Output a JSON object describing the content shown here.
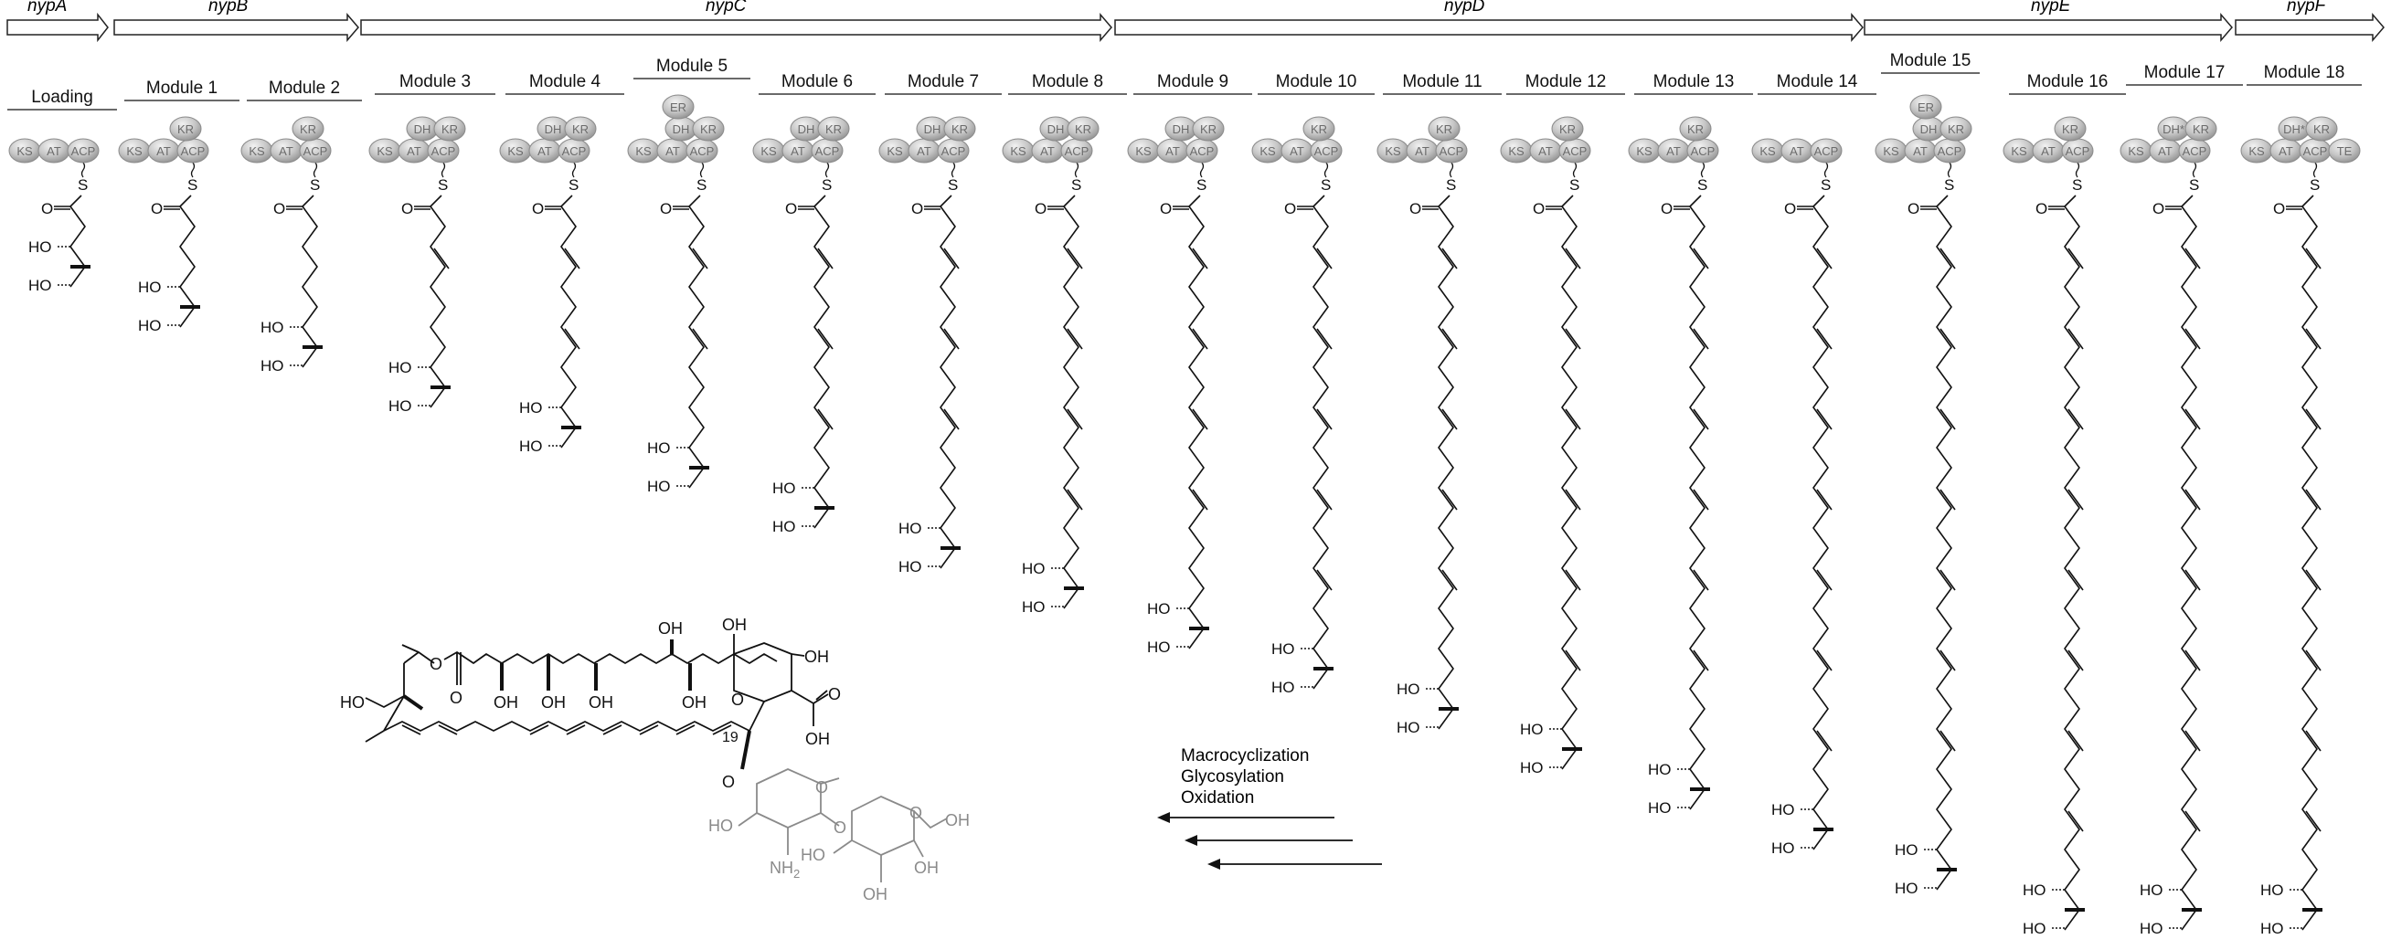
{
  "genes": [
    "nypA",
    "nypB",
    "nypC",
    "nypD",
    "nypE",
    "nypF"
  ],
  "modules": [
    {
      "label": "Loading",
      "domains": [
        "KS",
        "AT",
        "ACP"
      ]
    },
    {
      "label": "Module 1",
      "domains": [
        "KS",
        "AT",
        "KR",
        "ACP"
      ]
    },
    {
      "label": "Module 2",
      "domains": [
        "KS",
        "AT",
        "KR",
        "ACP"
      ]
    },
    {
      "label": "Module 3",
      "domains": [
        "KS",
        "AT",
        "DH",
        "KR",
        "ACP"
      ]
    },
    {
      "label": "Module 4",
      "domains": [
        "KS",
        "AT",
        "DH",
        "KR",
        "ACP"
      ]
    },
    {
      "label": "Module 5",
      "domains": [
        "KS",
        "AT",
        "DH",
        "ER",
        "KR",
        "ACP"
      ]
    },
    {
      "label": "Module 6",
      "domains": [
        "KS",
        "AT",
        "DH",
        "KR",
        "ACP"
      ]
    },
    {
      "label": "Module 7",
      "domains": [
        "KS",
        "AT",
        "DH",
        "KR",
        "ACP"
      ]
    },
    {
      "label": "Module 8",
      "domains": [
        "KS",
        "AT",
        "DH",
        "KR",
        "ACP"
      ]
    },
    {
      "label": "Module 9",
      "domains": [
        "KS",
        "AT",
        "DH",
        "KR",
        "ACP"
      ]
    },
    {
      "label": "Module 10",
      "domains": [
        "KS",
        "AT",
        "KR",
        "ACP"
      ]
    },
    {
      "label": "Module 11",
      "domains": [
        "KS",
        "AT",
        "KR",
        "ACP"
      ]
    },
    {
      "label": "Module 12",
      "domains": [
        "KS",
        "AT",
        "KR",
        "ACP"
      ]
    },
    {
      "label": "Module 13",
      "domains": [
        "KS",
        "AT",
        "KR",
        "ACP"
      ]
    },
    {
      "label": "Module 14",
      "domains": [
        "KS",
        "AT",
        "ACP"
      ]
    },
    {
      "label": "Module 15",
      "domains": [
        "KS",
        "AT",
        "DH",
        "ER",
        "KR",
        "ACP"
      ]
    },
    {
      "label": "Module 16",
      "domains": [
        "KS",
        "AT",
        "KR",
        "ACP"
      ]
    },
    {
      "label": "Module 17",
      "domains": [
        "KS",
        "AT",
        "DH*",
        "KR",
        "ACP"
      ]
    },
    {
      "label": "Module 18",
      "domains": [
        "KS",
        "AT",
        "DH*",
        "KR",
        "ACP",
        "TE"
      ]
    }
  ],
  "chem_labels": {
    "S": "S",
    "O": "O",
    "HO": "HO",
    "OH": "OH",
    "NH2": "NH",
    "NH2_sub": "2",
    "O_ring": "O",
    "position_19": "19"
  },
  "process_steps": [
    "Macrocyclization",
    "Glycosylation",
    "Oxidation"
  ],
  "colors": {
    "domain_fill": "#c4c4c4",
    "domain_text": "#6b6b6b",
    "sugar_gray": "#8a8a8a",
    "ink": "#111111"
  }
}
